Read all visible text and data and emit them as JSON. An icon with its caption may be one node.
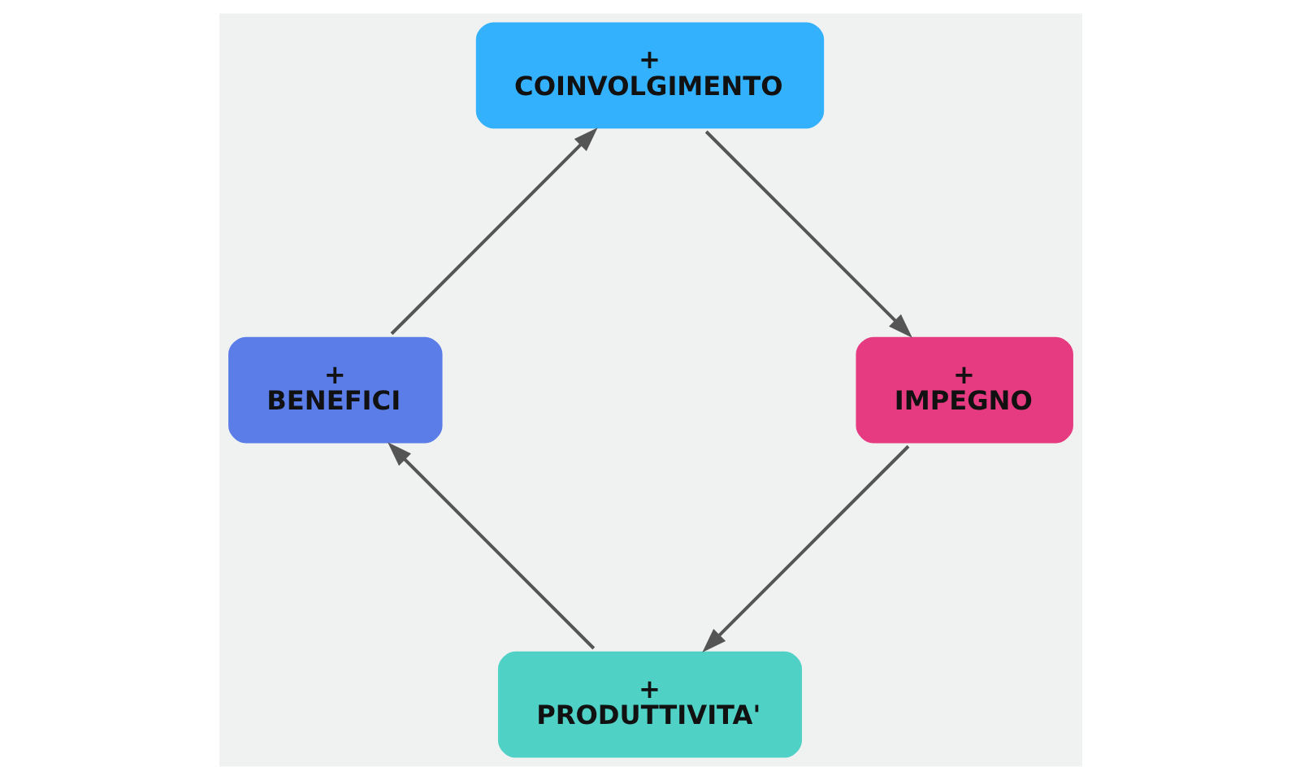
{
  "diagram": {
    "nodes": [
      {
        "text": [
          "+",
          "COINVOLGIMENTO"
        ]
      },
      {
        "text": [
          "+",
          "BENEFICI"
        ]
      },
      {
        "text": [
          "+",
          "IMPEGNO"
        ]
      },
      {
        "text": [
          "+",
          "PRODUTTIVITA'"
        ]
      }
    ],
    "edges": [
      {
        "from": 0,
        "to": 2,
        "arrow": "to"
      },
      {
        "from": 2,
        "to": 3,
        "arrow": "to"
      },
      {
        "from": 3,
        "to": 1,
        "arrow": "to"
      },
      {
        "from": 1,
        "to": 0,
        "arrow": "to"
      }
    ]
  }
}
